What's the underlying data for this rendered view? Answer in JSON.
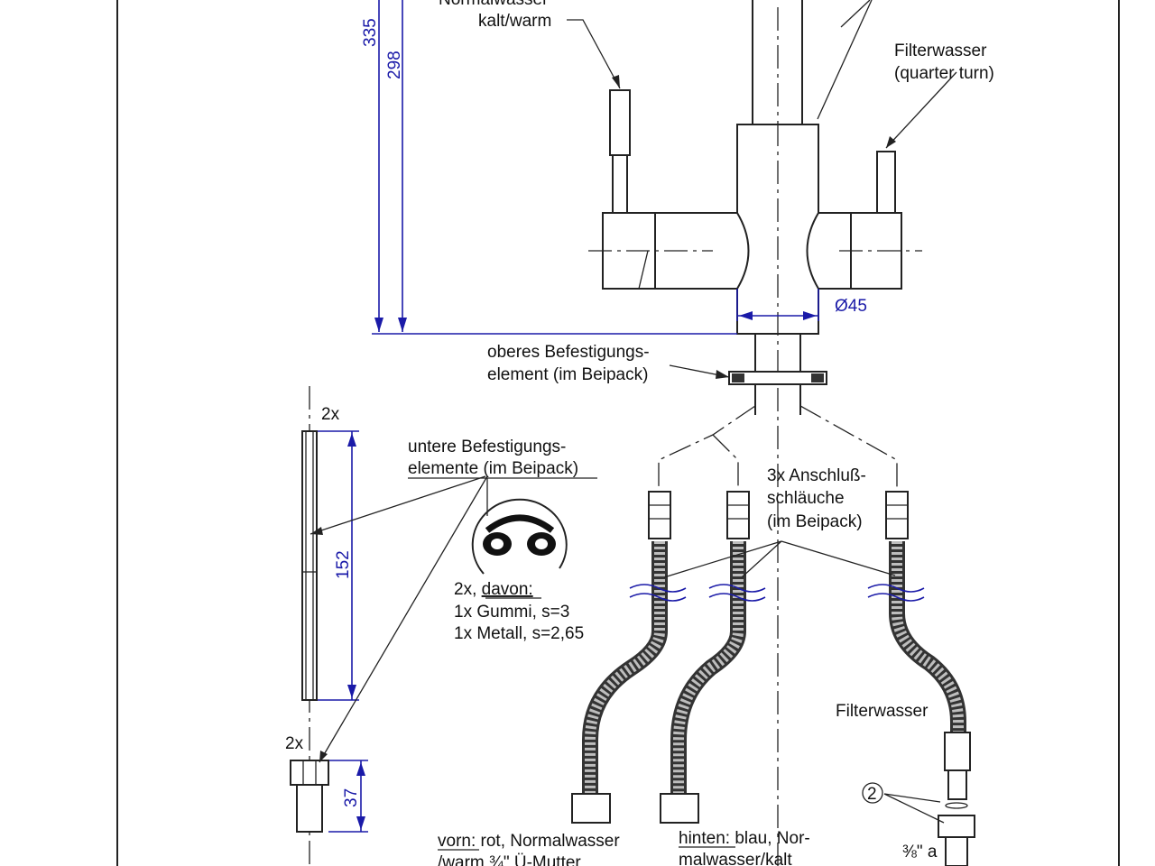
{
  "dimensions": {
    "height_total": "335",
    "height_spout": "298",
    "diameter": "Ø45",
    "rod_length": "152",
    "nut_height": "37"
  },
  "labels": {
    "normal_water_line1": "Normalwasser",
    "normal_water_line2": "kalt/warm",
    "filter_water_line1": "Filterwasser",
    "filter_water_line2": "(quarter turn)",
    "upper_fix_line1": "oberes Befestigungs-",
    "upper_fix_line2": "element (im Beipack)",
    "lower_fix_line1": "untere Befestigungs-",
    "lower_fix_line2": "elemente (im Beipack)",
    "qty_rod": "2x",
    "qty_nut": "2x",
    "hoses_line1": "3x Anschluß-",
    "hoses_line2": "schläuche",
    "hoses_line3": "(im Beipack)",
    "seal_line1_prefix": "2x, ",
    "seal_line1_u": "davon:",
    "seal_line2": "1x Gummi, s=3",
    "seal_line3": "1x Metall, s=2,65",
    "filter_water_bottom": "Filterwasser",
    "callout_number": "2",
    "front_u": "vorn:",
    "front_text": " rot, Normalwasser",
    "front_line2": "/warm ¾\" Ü-Mutter",
    "back_u": "hinten:",
    "back_text": " blau, Nor-",
    "back_line2": "malwasser/kalt",
    "thread_size": "⅜\" a"
  },
  "colors": {
    "line": "#222222",
    "dimension": "#1a1aa8",
    "hose_braid": "#333333"
  }
}
